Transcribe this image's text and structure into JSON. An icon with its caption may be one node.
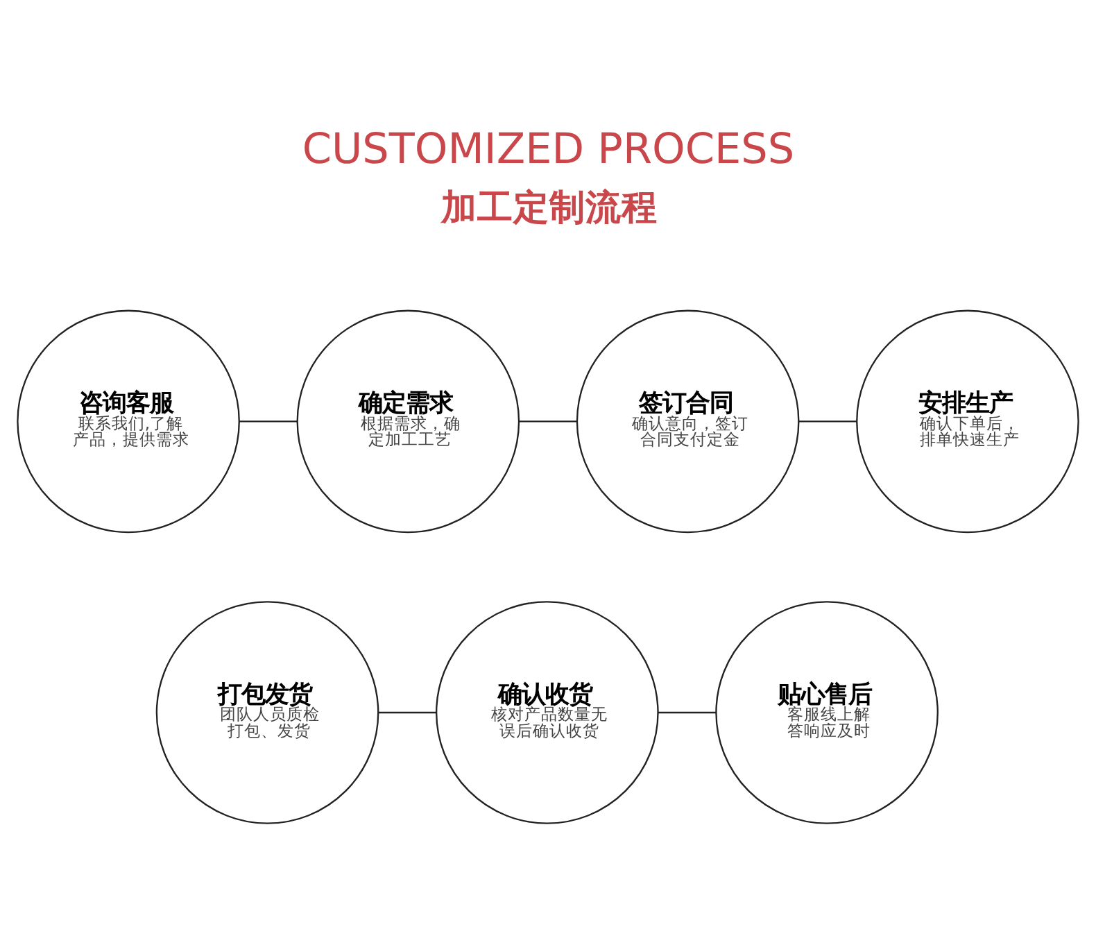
{
  "diagram": {
    "title": "CUSTOMIZED PROCESS",
    "nodes": [
      {
        "text": [
          "咨询客服",
          "联系我们,了解产品，提供需求"
        ]
      },
      {
        "text": [
          "确定需求",
          "根据需求，确定加工工艺"
        ]
      },
      {
        "text": [
          "签订合同",
          "确认意向，签订合同支付定金"
        ]
      },
      {
        "text": [
          "安排生产",
          "确认下单后，排单快速生产"
        ]
      },
      {
        "text": [
          "打包发货",
          "团队人员质检打包、发货"
        ]
      },
      {
        "text": [
          "确认收货",
          "核对产品数量无误后确认收货"
        ]
      },
      {
        "text": [
          "贴心售后",
          "客服线上解答响应及时"
        ]
      }
    ],
    "edges": [
      {
        "from": 0,
        "to": 1,
        "arrow": "none"
      },
      {
        "from": 1,
        "to": 2,
        "arrow": "none"
      },
      {
        "from": 2,
        "to": 3,
        "arrow": "none"
      },
      {
        "from": 4,
        "to": 5,
        "arrow": "none"
      },
      {
        "from": 5,
        "to": 6,
        "arrow": "none"
      }
    ],
    "labels": [
      "加工定制流程"
    ]
  }
}
